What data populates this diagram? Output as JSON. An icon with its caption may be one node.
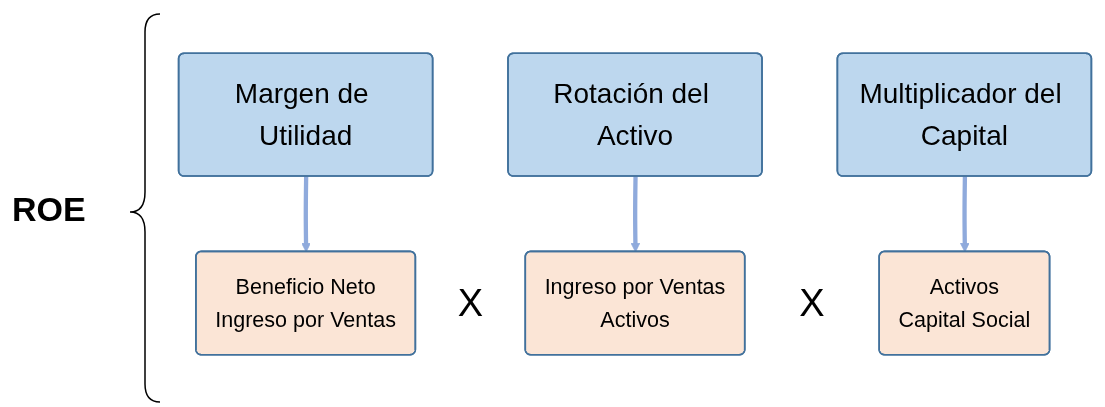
{
  "diagram": {
    "nodes": [
      {
        "text": [
          "Margen de Utilidad"
        ]
      },
      {
        "text": [
          "Rotación del Activo"
        ]
      },
      {
        "text": [
          "Multiplicador del Capital"
        ]
      },
      {
        "text": [
          "Beneficio Neto",
          "Ingreso por Ventas"
        ]
      },
      {
        "text": [
          "Ingreso por Ventas",
          "Activos"
        ]
      },
      {
        "text": [
          "Activos",
          "Capital Social"
        ]
      }
    ],
    "edges": [
      {
        "from": 0,
        "to": 3,
        "arrow": "to"
      },
      {
        "from": 1,
        "to": 4,
        "arrow": "to"
      },
      {
        "from": 2,
        "to": 5,
        "arrow": "to"
      }
    ],
    "labels": [
      "ROE",
      "X",
      "X"
    ]
  }
}
